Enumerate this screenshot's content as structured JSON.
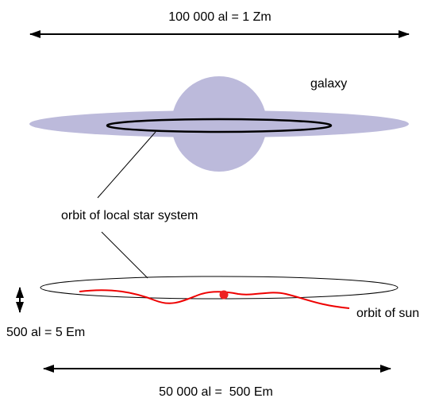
{
  "labels": {
    "galaxy_scale": "100 000 al = 1 Zm",
    "galaxy": "galaxy",
    "orbit_local": "orbit of local star system",
    "orbit_sun": "orbit of sun",
    "thickness_scale": "500 al = 5 Em",
    "local_scale": "50 000 al =  500 Em"
  },
  "colors": {
    "galaxy_fill": "#bcbadb",
    "outline": "#000000",
    "sun_orbit": "#ee0000",
    "sun": "#ee2222"
  }
}
